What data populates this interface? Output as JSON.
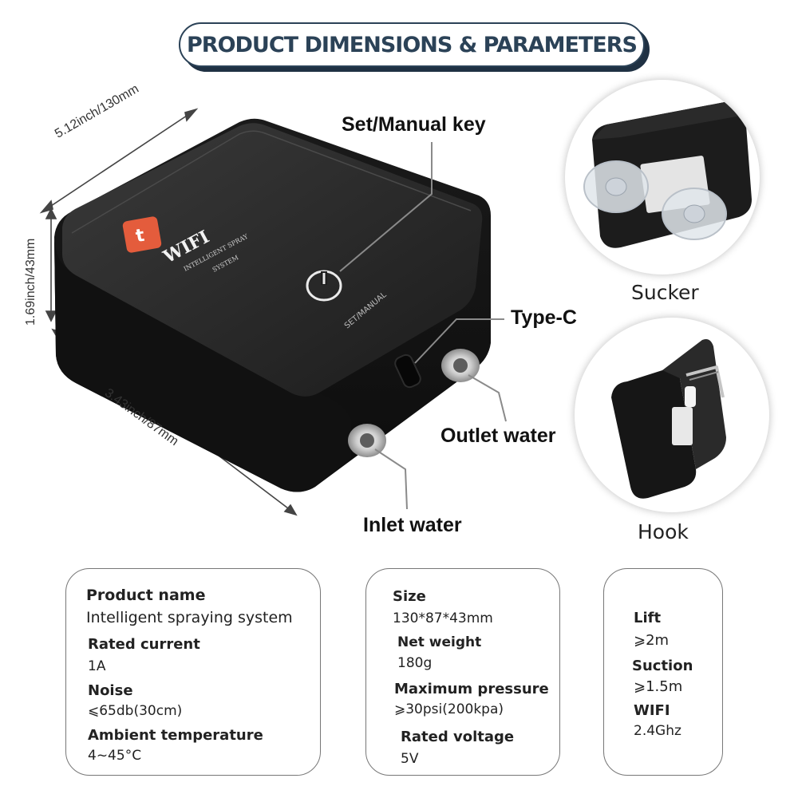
{
  "title": "PRODUCT DIMENSIONS & PARAMETERS",
  "dimensions": {
    "length": "5.12inch/130mm",
    "height": "1.69inch/43mm",
    "width": "3.43inch/87mm"
  },
  "callouts": {
    "set_key": "Set/Manual key",
    "type_c": "Type-C",
    "outlet": "Outlet water",
    "inlet": "Inlet water"
  },
  "device": {
    "logo_text": "WIFI",
    "subtitle_line1": "INTELLIGENT SPRAY",
    "subtitle_line2": "SYSTEM",
    "button_label": "SET/MANUAL",
    "brand_color": "#e45c3c"
  },
  "accessories": {
    "sucker": "Sucker",
    "hook": "Hook"
  },
  "specs": {
    "card1": [
      {
        "label": "Product name",
        "value": "Intelligent spraying system"
      },
      {
        "label": "Rated current",
        "value": "1A"
      },
      {
        "label": "Noise",
        "value": "⩽65db(30cm)"
      },
      {
        "label": "Ambient temperature",
        "value": "4~45°C"
      }
    ],
    "card2": [
      {
        "label": "Size",
        "value": "130*87*43mm"
      },
      {
        "label": "Net weight",
        "value": "180g"
      },
      {
        "label": "Maximum pressure",
        "value": "⩾30psi(200kpa)"
      },
      {
        "label": "Rated voltage",
        "value": "5V"
      }
    ],
    "card3": [
      {
        "label": "Lift",
        "value": "⩾2m"
      },
      {
        "label": "Suction",
        "value": "⩾1.5m"
      },
      {
        "label": "WIFI",
        "value": "2.4Ghz"
      }
    ]
  }
}
